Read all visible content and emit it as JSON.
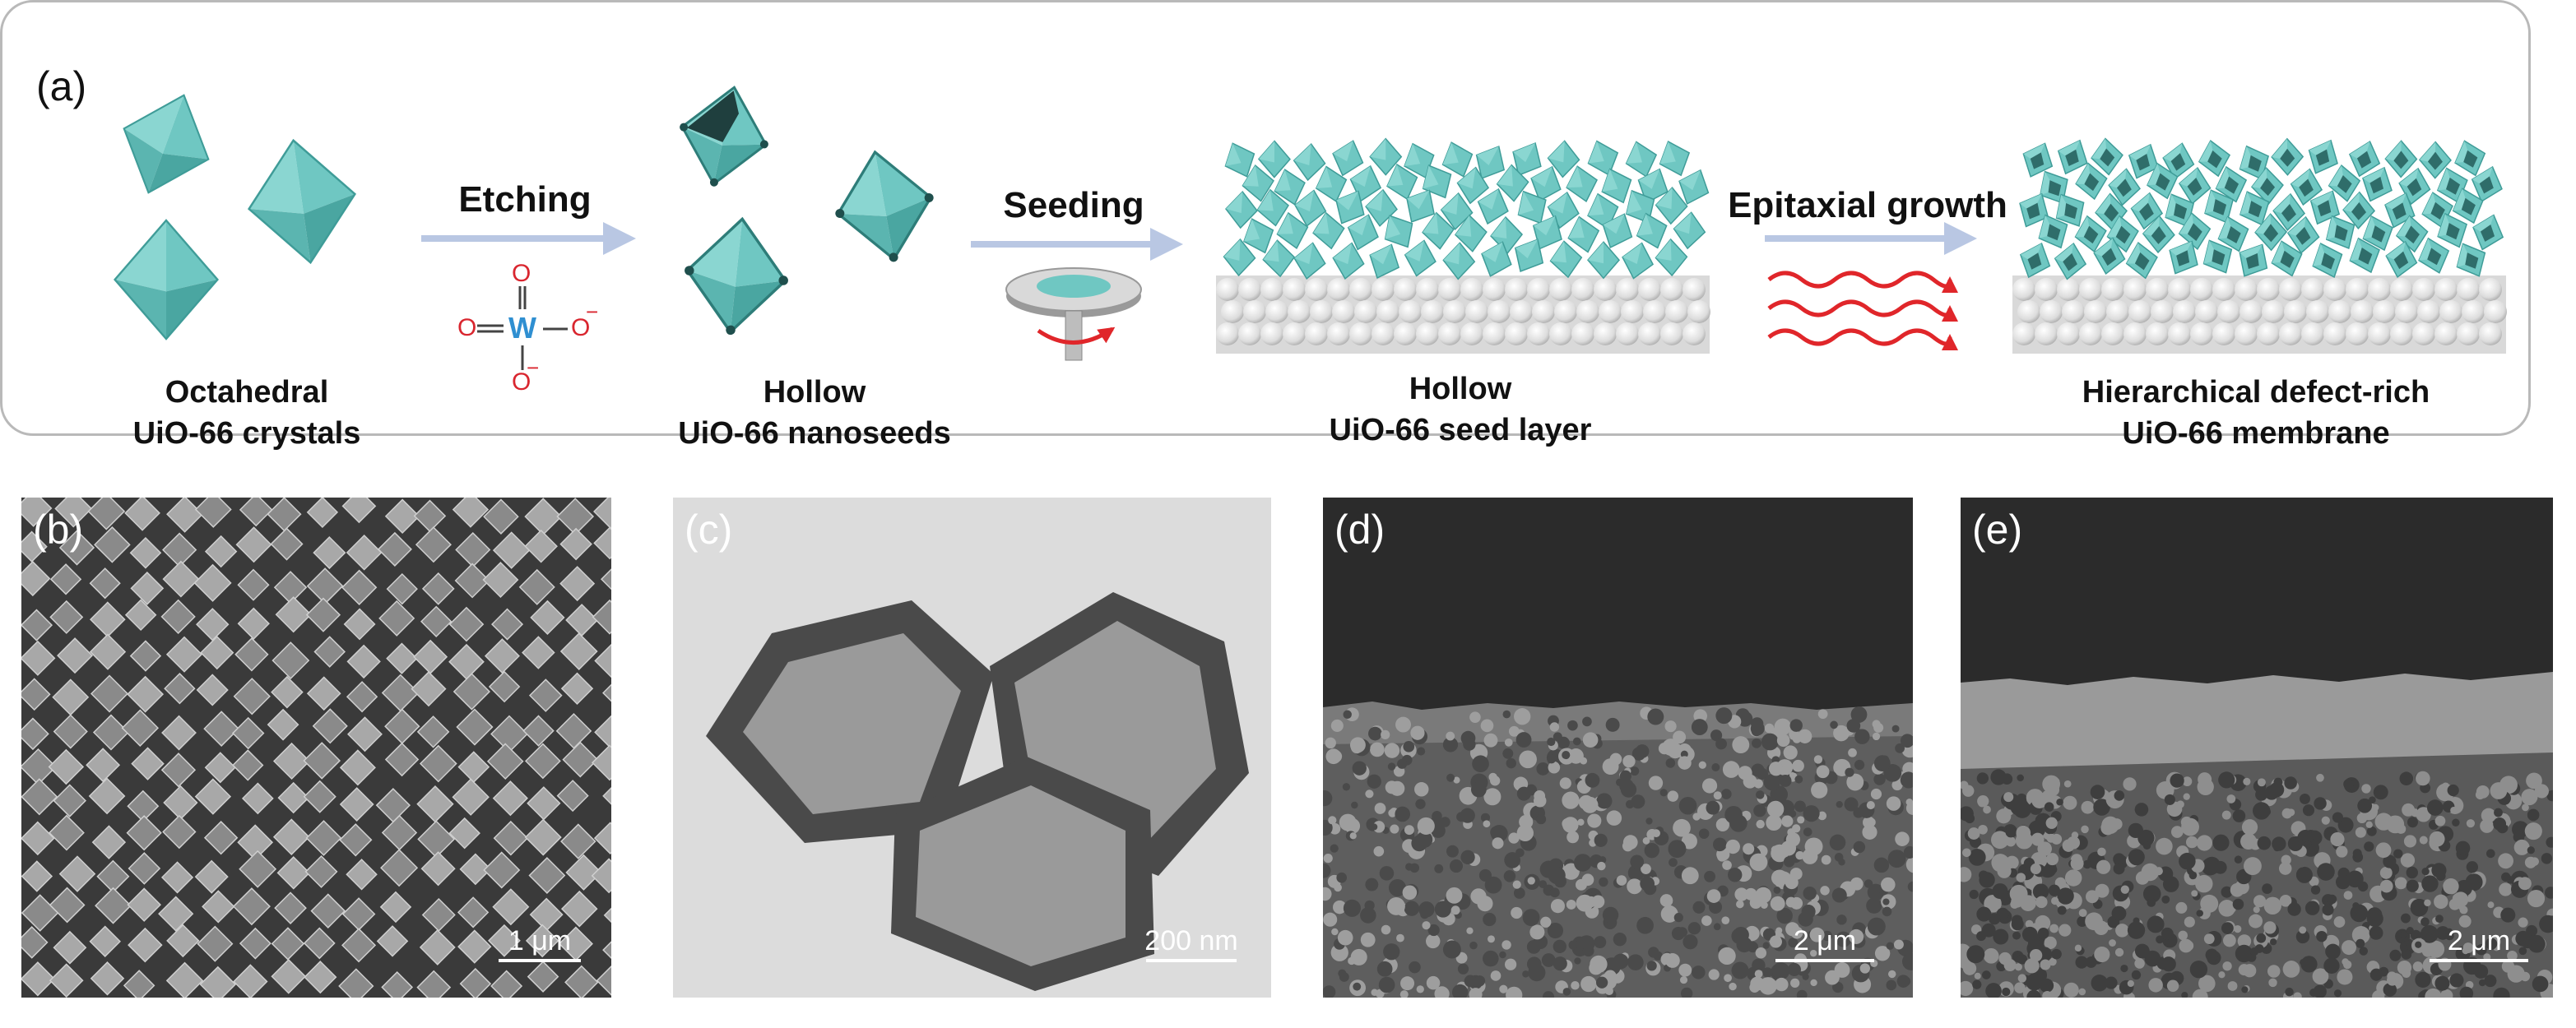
{
  "panel_a": {
    "label": "(a)",
    "captions": {
      "octahedral": [
        "Octahedral",
        "UiO-66 crystals"
      ],
      "hollow_seeds": [
        "Hollow",
        "UiO-66 nanoseeds"
      ],
      "seed_layer": [
        "Hollow",
        "UiO-66 seed layer"
      ],
      "membrane": [
        "Hierarchical defect-rich",
        "UiO-66 membrane"
      ]
    },
    "steps": {
      "etching": "Etching",
      "seeding": "Seeding",
      "epitaxial": "Epitaxial growth"
    },
    "tungstate": {
      "center": "W",
      "oxygen": "O",
      "charge": "−"
    },
    "colors": {
      "crystal": "#6fc7c2",
      "crystal_dark": "#3f9c98",
      "arrow": "#b9c7e3",
      "wave": "#e0262a",
      "oxygen": "#d9262f",
      "tungsten": "#2f8fd1"
    }
  },
  "panel_b": {
    "label": "(b)",
    "scale": "1 μm"
  },
  "panel_c": {
    "label": "(c)",
    "scale": "200 nm"
  },
  "panel_d": {
    "label": "(d)",
    "scale": "2 μm"
  },
  "panel_e": {
    "label": "(e)",
    "scale": "2 μm"
  }
}
